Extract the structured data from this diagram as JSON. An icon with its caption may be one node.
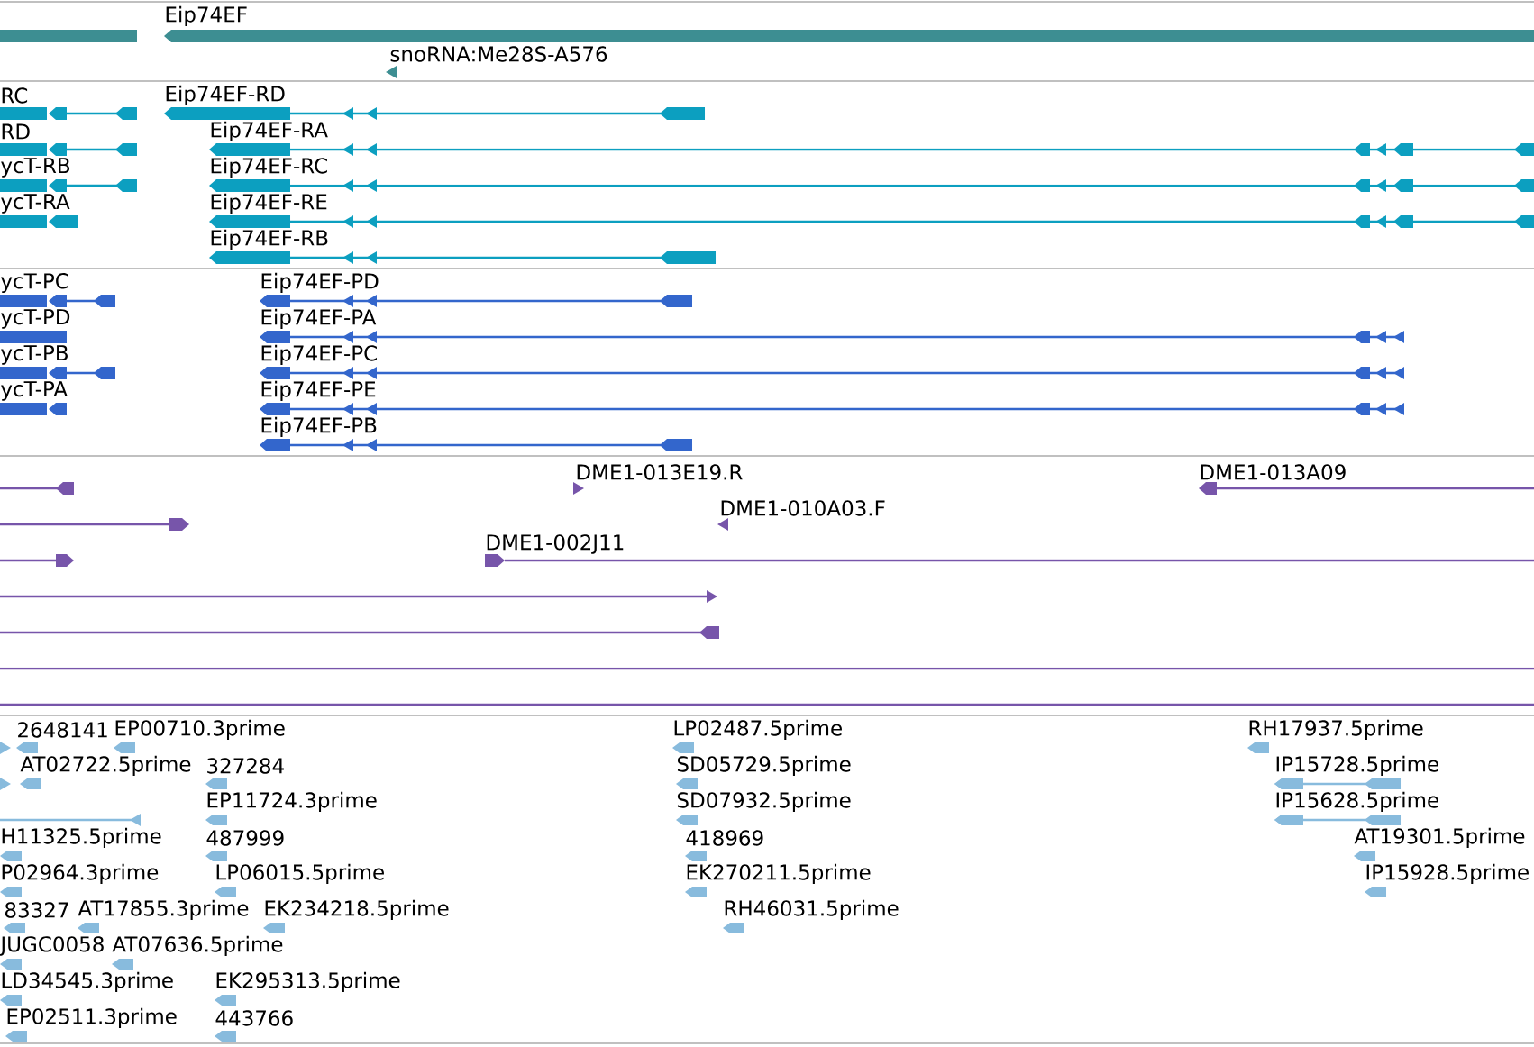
{
  "diagram": {
    "labels": [
      "Eip74EF",
      "snoRNA:Me28S-A576",
      "RC",
      "Eip74EF-RD",
      "RD",
      "Eip74EF-RA",
      "ycT-RB",
      "Eip74EF-RC",
      "ycT-RA",
      "Eip74EF-RE",
      "Eip74EF-RB",
      "ycT-PC",
      "Eip74EF-PD",
      "ycT-PD",
      "Eip74EF-PA",
      "ycT-PB",
      "Eip74EF-PC",
      "ycT-PA",
      "Eip74EF-PE",
      "Eip74EF-PB",
      "DME1-013E19.R",
      "DME1-013A09",
      "DME1-010A03.F",
      "DME1-002J11",
      "2648141",
      "EP00710.3prime",
      "LP02487.5prime",
      "RH17937.5prime",
      "AT02722.5prime",
      "327284",
      "SD05729.5prime",
      "IP15728.5prime",
      "EP11724.3prime",
      "SD07932.5prime",
      "IP15628.5prime",
      "H11325.5prime",
      "487999",
      "418969",
      "AT19301.5prime",
      "P02964.3prime",
      "LP06015.5prime",
      "EK270211.5prime",
      "IP15928.5prime",
      "83327",
      "AT17855.3prime",
      "EK234218.5prime",
      "RH46031.5prime",
      "JUGC0058",
      "AT07636.5prime",
      "LD34545.3prime",
      "EK295313.5prime",
      "EP02511.3prime",
      "443766"
    ]
  }
}
